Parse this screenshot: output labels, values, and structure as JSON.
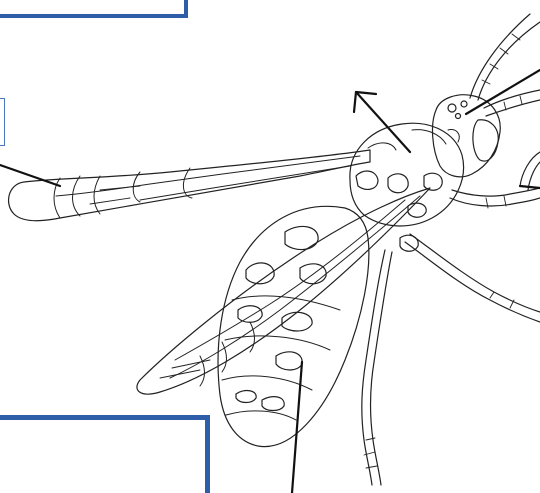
{
  "diagram": {
    "subject": "wasp-line-drawing",
    "label_boxes": [
      {
        "id": "top-left",
        "text": ""
      },
      {
        "id": "left",
        "text": ""
      },
      {
        "id": "bottom-left",
        "text": ""
      }
    ],
    "colors": {
      "box_border": "#2f5ea8",
      "line": "#222222",
      "background": "#ffffff"
    }
  }
}
